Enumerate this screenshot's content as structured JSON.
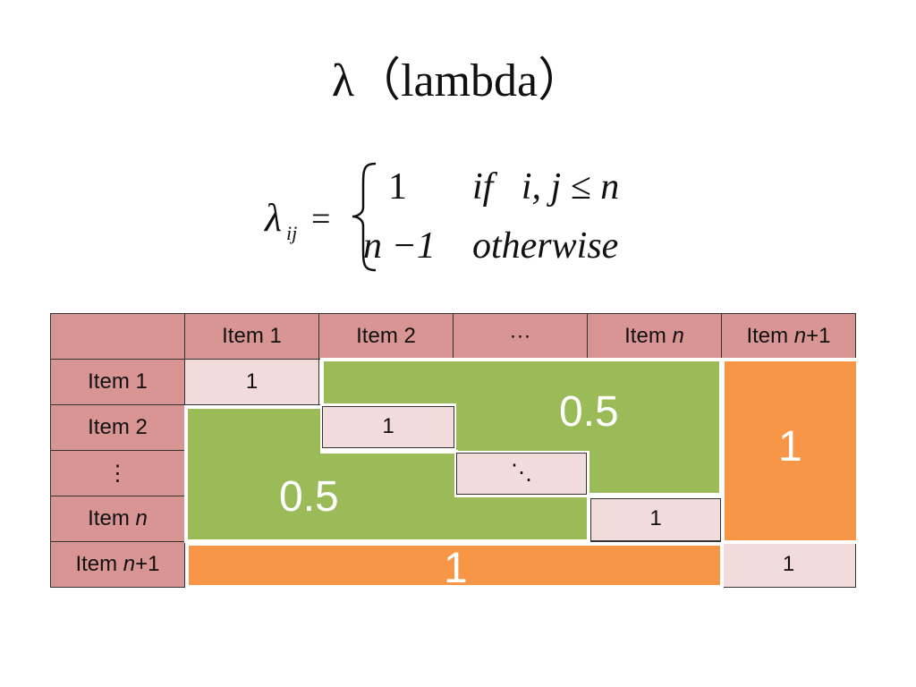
{
  "title": "λ（lambda）",
  "formula": {
    "lhs_symbol": "λ",
    "lhs_subscript": "ij",
    "equals": "=",
    "case1_value": "1",
    "case1_condition": "if   i, j ≤ n",
    "case2_value": "n −1",
    "case2_condition": "otherwise"
  },
  "table": {
    "corner": "",
    "col_headers": [
      "Item 1",
      "Item 2",
      "···",
      "Item n",
      "Item n+1"
    ],
    "row_headers": [
      "Item 1",
      "Item 2",
      "⋮",
      "Item n",
      "Item n+1"
    ],
    "diagonal": [
      "1",
      "1",
      "⋱",
      "1",
      "1"
    ]
  },
  "regions": {
    "upper_value": "0.5",
    "lower_value": "0.5",
    "right_column_value": "1",
    "bottom_row_value": "1"
  },
  "colors": {
    "header": "#d99594",
    "diagonal": "#f2dcdb",
    "green": "#9bbb59",
    "orange": "#f79646"
  }
}
